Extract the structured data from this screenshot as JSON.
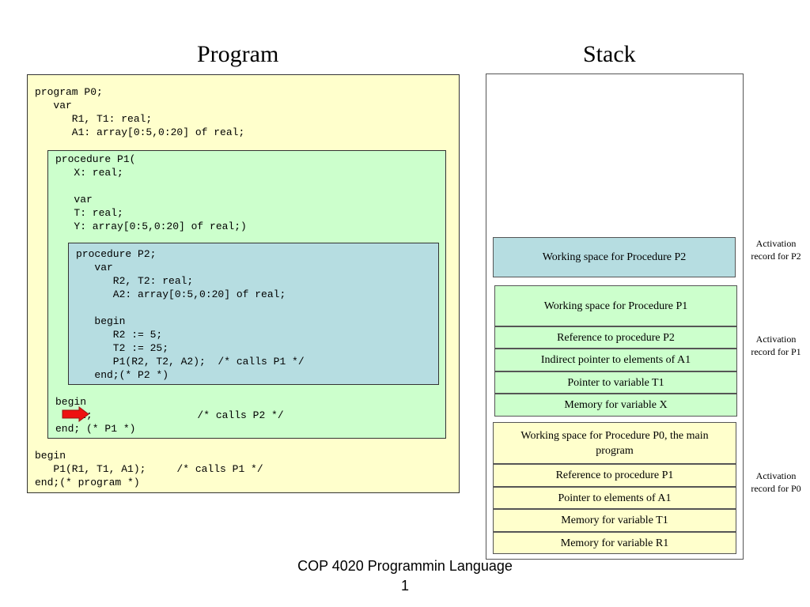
{
  "titles": {
    "program": "Program",
    "stack": "Stack"
  },
  "code": {
    "p0_head": "program P0;\n   var\n      R1, T1: real;\n      A1: array[0:5,0:20] of real;",
    "p1_head": "procedure P1(\n   X: real;\n\n   var\n   T: real;\n   Y: array[0:5,0:20] of real;)",
    "p2": "procedure P2;\n   var\n      R2, T2: real;\n      A2: array[0:5,0:20] of real;\n\n   begin\n      R2 := 5;\n      T2 := 25;\n      P1(R2, T2, A2);  /* calls P1 */\n   end;(* P2 *)",
    "p1_body": "begin\n   P2;                 /* calls P2 */\nend; (* P1 *)",
    "p0_body": "begin\n   P1(R1, T1, A1);     /* calls P1 */\nend;(* program *)"
  },
  "stack": {
    "p2": [
      "Working space for Procedure P2"
    ],
    "p1": [
      "Working space for Procedure P1",
      "Reference to procedure P2",
      "Indirect pointer to elements of A1",
      "Pointer to variable T1",
      "Memory for  variable X"
    ],
    "p0": [
      "Working space for Procedure P0, the main program",
      "Reference to procedure P1",
      "Pointer to elements of A1",
      "Memory for  variable T1",
      "Memory for  variable R1"
    ]
  },
  "activation_labels": {
    "p2": "Activation record for P2",
    "p1": "Activation record for P1",
    "p0": "Activation record for P0"
  },
  "footer": {
    "line1": "COP 4020 Programmin Language",
    "line2": "1"
  },
  "colors": {
    "program_bg": "#ffffcc",
    "p1_bg": "#ccffcc",
    "p2_bg": "#b6dde1",
    "arrow": "#ee1111"
  },
  "icons": {
    "arrow": "right-arrow-icon"
  }
}
